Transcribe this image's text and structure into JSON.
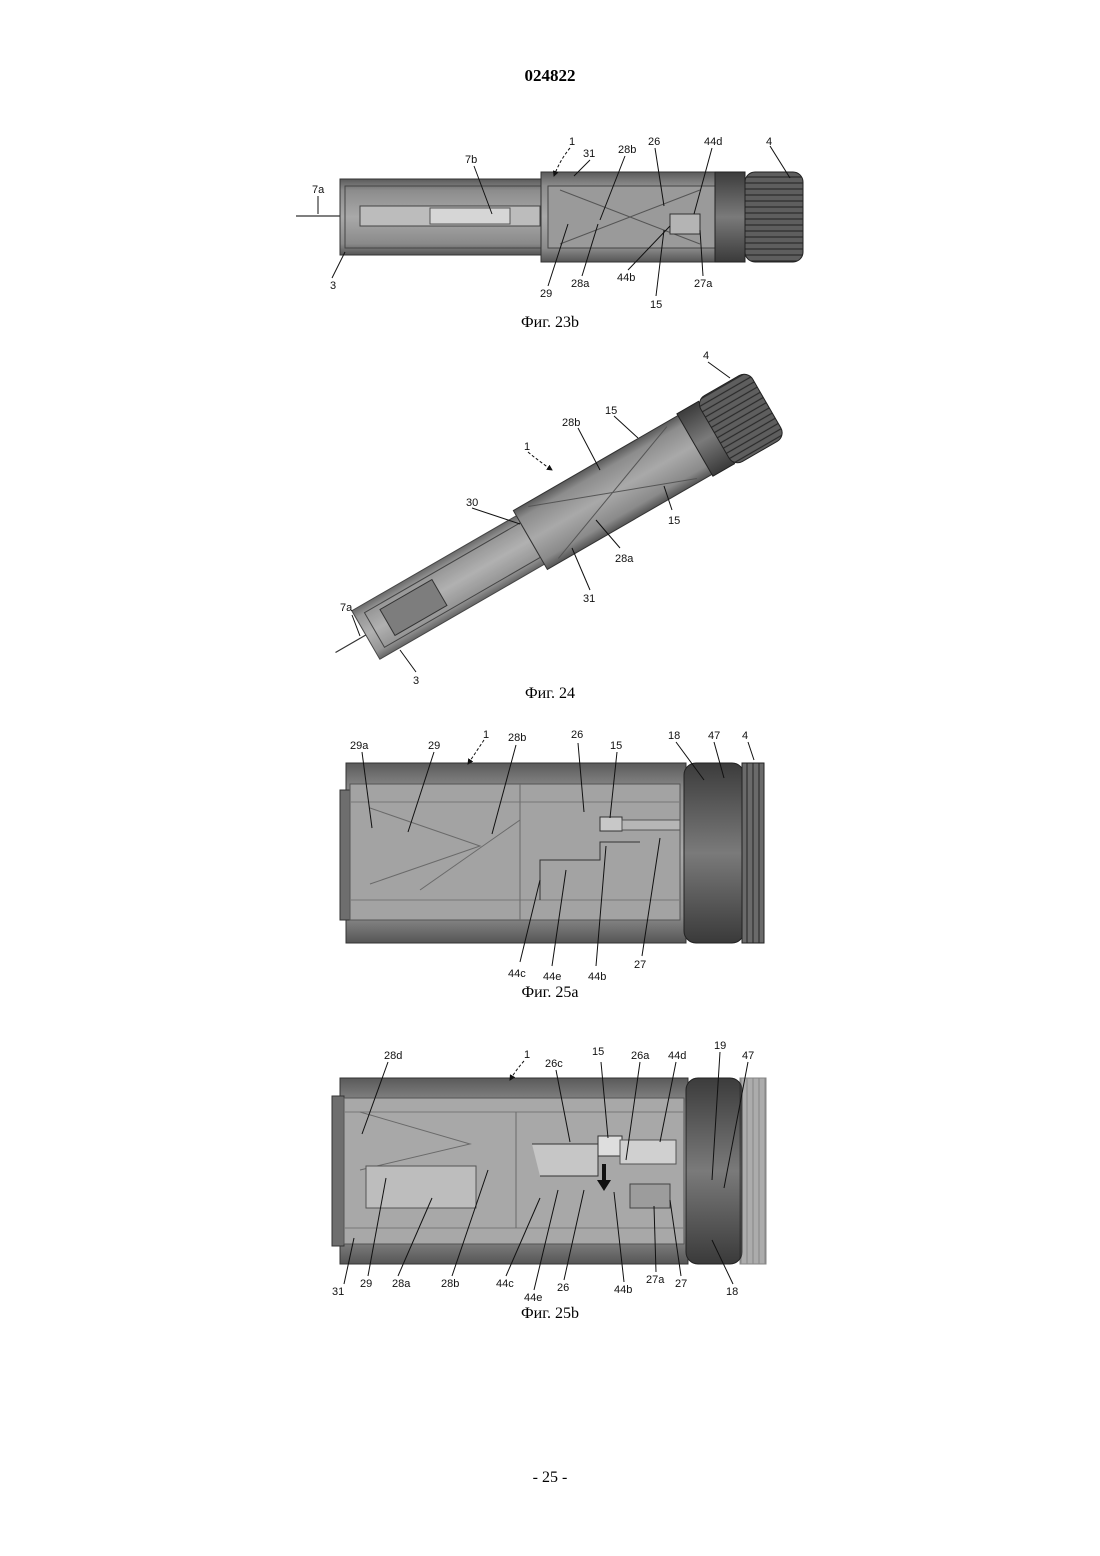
{
  "header": {
    "doc_number": "024822"
  },
  "footer": {
    "page_number": "- 25 -"
  },
  "figures": [
    {
      "caption": "Фиг. 23b",
      "labels": [
        "7a",
        "7b",
        "1",
        "31",
        "28b",
        "26",
        "44d",
        "4",
        "3",
        "29",
        "28a",
        "44b",
        "15",
        "27a"
      ]
    },
    {
      "caption": "Фиг. 24",
      "labels": [
        "4",
        "15",
        "28b",
        "1",
        "30",
        "15",
        "28a",
        "31",
        "7a",
        "3"
      ]
    },
    {
      "caption": "Фиг. 25a",
      "labels": [
        "29a",
        "29",
        "1",
        "28b",
        "26",
        "15",
        "18",
        "47",
        "4",
        "44c",
        "44e",
        "44b",
        "27"
      ]
    },
    {
      "caption": "Фиг. 25b",
      "labels": [
        "28d",
        "1",
        "26c",
        "15",
        "26a",
        "44d",
        "19",
        "47",
        "31",
        "29",
        "28a",
        "28b",
        "44c",
        "44e",
        "26",
        "44b",
        "27a",
        "27",
        "18"
      ]
    }
  ]
}
